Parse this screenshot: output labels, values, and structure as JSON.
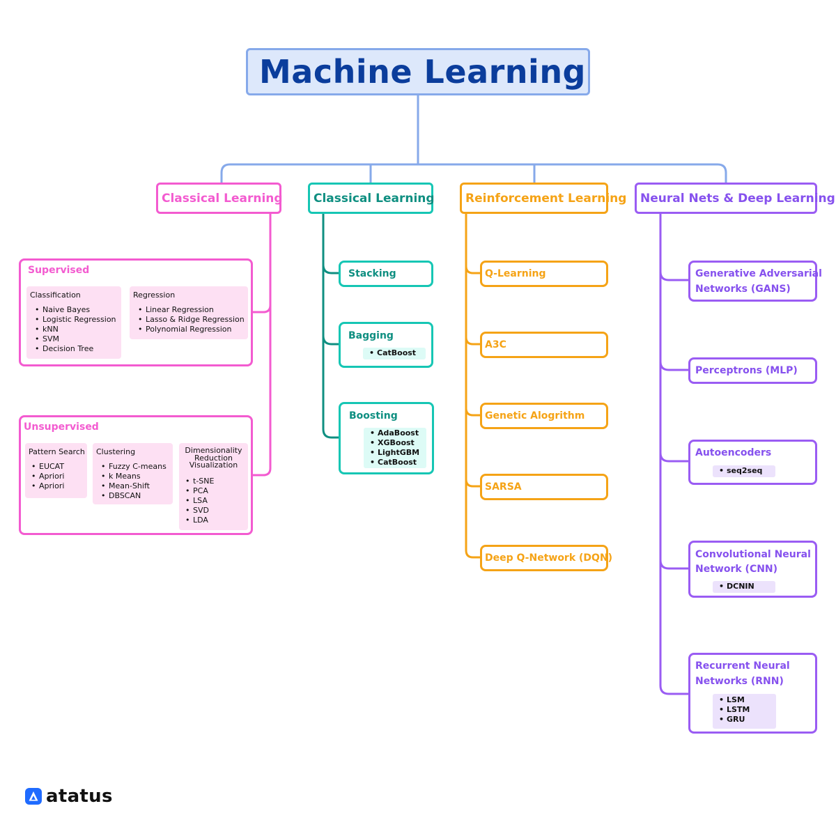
{
  "title": "Machine Learning",
  "colors": {
    "root": "#86a9ea",
    "pink": "#f35bd0",
    "teal": "#16c6b4",
    "orange": "#f5a316",
    "purple": "#9a5cf3"
  },
  "categories": {
    "c1": "Classical Learning",
    "c2": "Classical Learning",
    "c3": "Reinforcement Learning",
    "c4": "Neural Nets & Deep Learning"
  },
  "classical": {
    "supervised": {
      "title": "Supervised",
      "classification": {
        "title": "Classification",
        "items": [
          "Naive Bayes",
          "Logistic Regression",
          "kNN",
          "SVM",
          "Decision Tree"
        ]
      },
      "regression": {
        "title": "Regression",
        "items": [
          "Linear Regression",
          "Lasso & Ridge Regression",
          "Polynomial Regression"
        ]
      }
    },
    "unsupervised": {
      "title": "Unsupervised",
      "pattern": {
        "title": "Pattern Search",
        "items": [
          "EUCAT",
          "Apriori",
          "Apriori"
        ]
      },
      "clustering": {
        "title": "Clustering",
        "items": [
          "Fuzzy C-means",
          "k Means",
          "Mean-Shift",
          "DBSCAN"
        ]
      },
      "dimred": {
        "title_l1": "Dimensionality",
        "title_l2": "Reduction",
        "title_l3": "Visualization",
        "items": [
          "t-SNE",
          "PCA",
          "LSA",
          "SVD",
          "LDA"
        ]
      }
    }
  },
  "ensemble": {
    "stacking": {
      "title": "Stacking"
    },
    "bagging": {
      "title": "Bagging",
      "items": [
        "CatBoost"
      ]
    },
    "boosting": {
      "title": "Boosting",
      "items": [
        "AdaBoost",
        "XGBoost",
        "LightGBM",
        "CatBoost"
      ]
    }
  },
  "reinforcement": [
    "Q-Learning",
    "A3C",
    "Genetic Alogrithm",
    "SARSA",
    "Deep Q-Network (DQN)"
  ],
  "neural": {
    "gans": {
      "l1": "Generative Adversarial",
      "l2": "Networks (GANS)"
    },
    "mlp": {
      "l1": "Perceptrons (MLP)"
    },
    "autoencoders": {
      "l1": "Autoencoders",
      "items": [
        "seq2seq"
      ]
    },
    "cnn": {
      "l1": "Convolutional Neural",
      "l2": "Network (CNN)",
      "items": [
        "DCNIN"
      ]
    },
    "rnn": {
      "l1": "Recurrent Neural",
      "l2": "Networks (RNN)",
      "items": [
        "LSM",
        "LSTM",
        "GRU"
      ]
    }
  },
  "logo": {
    "text": "atatus",
    "icon": "atatus-logo-icon"
  }
}
